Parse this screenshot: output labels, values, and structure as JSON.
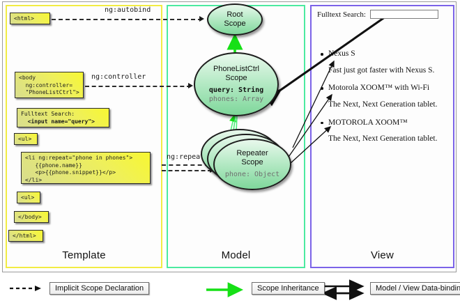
{
  "panels": [
    {
      "key": "template",
      "label": "Template",
      "border": "#f2ec43"
    },
    {
      "key": "model",
      "label": "Model",
      "border": "#4ceaa0"
    },
    {
      "key": "view",
      "label": "View",
      "border": "#7b63e8"
    }
  ],
  "template": {
    "boxes": [
      {
        "name": "html-open",
        "lines": [
          "<html>"
        ]
      },
      {
        "name": "body-controller",
        "lines": [
          "<body",
          "  ng:controller=",
          "  \"PhoneListCtrl\">"
        ]
      },
      {
        "name": "fulltext-search",
        "lines": [
          "Fulltext Search:",
          "  <input name=\"query\">"
        ],
        "bold_lines": [
          1
        ]
      },
      {
        "name": "ul-open",
        "lines": [
          "<ul>"
        ]
      },
      {
        "name": "li-repeat",
        "lines": [
          "<li ng:repeat=\"phone in phones\">",
          "   {{phone.name}}",
          "   <p>{{phone.snippet}}</p>",
          "</li>"
        ]
      },
      {
        "name": "ul-close",
        "lines": [
          "<ul>"
        ]
      },
      {
        "name": "body-close",
        "lines": [
          "</body>"
        ]
      },
      {
        "name": "html-close",
        "lines": [
          "</html>"
        ]
      }
    ]
  },
  "connectors": [
    {
      "name": "ng-autobind",
      "label": "ng:autobind"
    },
    {
      "name": "ng-controller",
      "label": "ng:controller"
    },
    {
      "name": "ng-repeat",
      "label": "ng:repeat"
    }
  ],
  "model": {
    "scopes": [
      {
        "name": "root-scope",
        "title": [
          "Root",
          "Scope"
        ],
        "props": []
      },
      {
        "name": "phonelistctrl-scope",
        "title": [
          "PhoneListCtrl",
          "Scope"
        ],
        "props": [
          {
            "text": "query: String",
            "style": "bold"
          },
          {
            "text": "phones: Array",
            "style": "muted"
          }
        ]
      },
      {
        "name": "repeater-scope",
        "title": [
          "Repeater",
          "Scope"
        ],
        "props": [
          {
            "text": "phone: Object",
            "style": "muted"
          }
        ]
      }
    ]
  },
  "view": {
    "search_label": "Fulltext Search:",
    "search_value": "",
    "search_placeholder": "",
    "phones": [
      {
        "name": "Nexus S",
        "snippet": "Fast just got faster with Nexus S."
      },
      {
        "name": "Motorola XOOM™ with Wi-Fi",
        "snippet": "The Next, Next Generation tablet."
      },
      {
        "name": "MOTOROLA XOOM™",
        "snippet": "The Next, Next Generation tablet."
      }
    ]
  },
  "legend": [
    {
      "name": "implicit-scope-declaration",
      "label": "Implicit Scope Declaration",
      "arrow": "dashed"
    },
    {
      "name": "scope-inheritance",
      "label": "Scope Inheritance",
      "arrow": "green"
    },
    {
      "name": "model-view-data-binding",
      "label": "Model / View Data-binding",
      "arrow": "double"
    }
  ],
  "colors": {
    "template_border": "#f2ec43",
    "model_border": "#4ceaa0",
    "view_border": "#7b63e8",
    "inheritance_arrow": "#16e016",
    "code_fill": "#eff05a"
  }
}
